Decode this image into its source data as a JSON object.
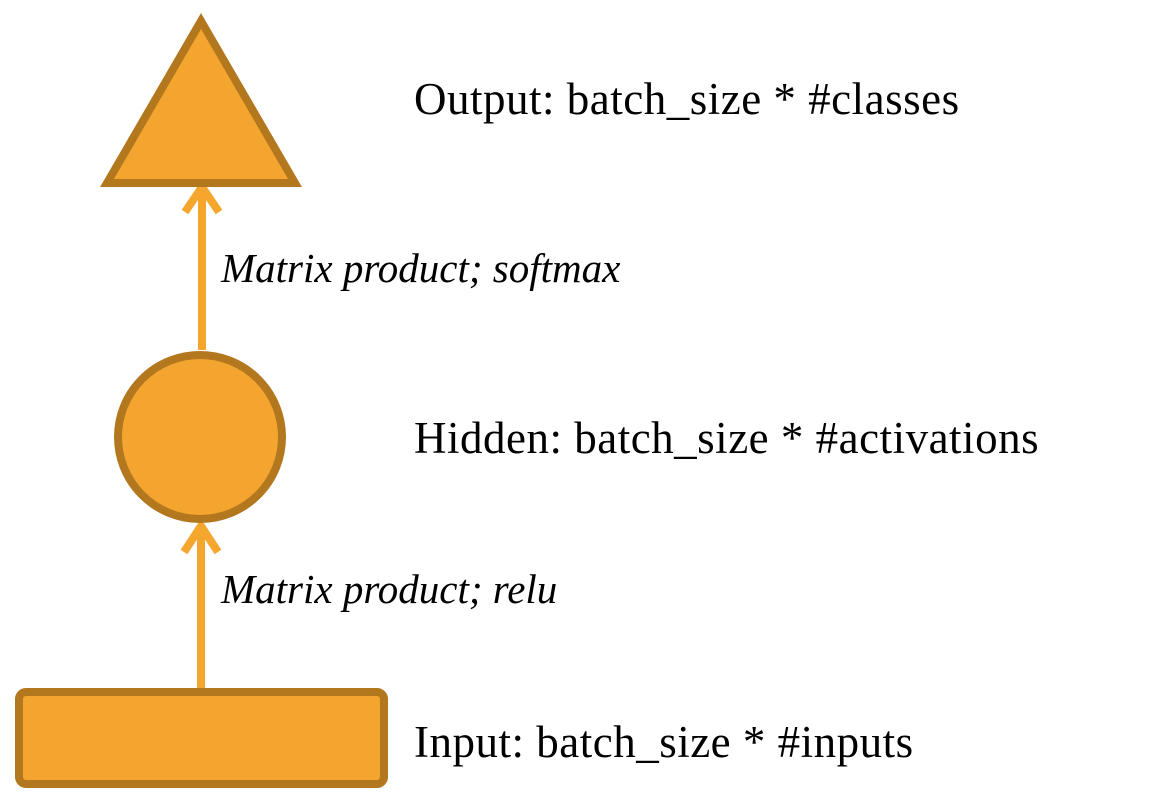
{
  "diagram": {
    "background": "#ffffff",
    "colors": {
      "node_fill": "#F4A52F",
      "node_stroke": "#B3771E",
      "arrow": "#F5A62D",
      "label_text": "#000000"
    },
    "nodes": [
      {
        "id": "output",
        "shape": "triangle",
        "label": "Output: batch_size * #classes"
      },
      {
        "id": "hidden",
        "shape": "circle",
        "label": "Hidden: batch_size * #activations"
      },
      {
        "id": "input",
        "shape": "rectangle",
        "label": "Input: batch_size * #inputs"
      }
    ],
    "edges": [
      {
        "from": "hidden",
        "to": "output",
        "label": "Matrix product; softmax"
      },
      {
        "from": "input",
        "to": "hidden",
        "label": "Matrix product; relu"
      }
    ]
  }
}
